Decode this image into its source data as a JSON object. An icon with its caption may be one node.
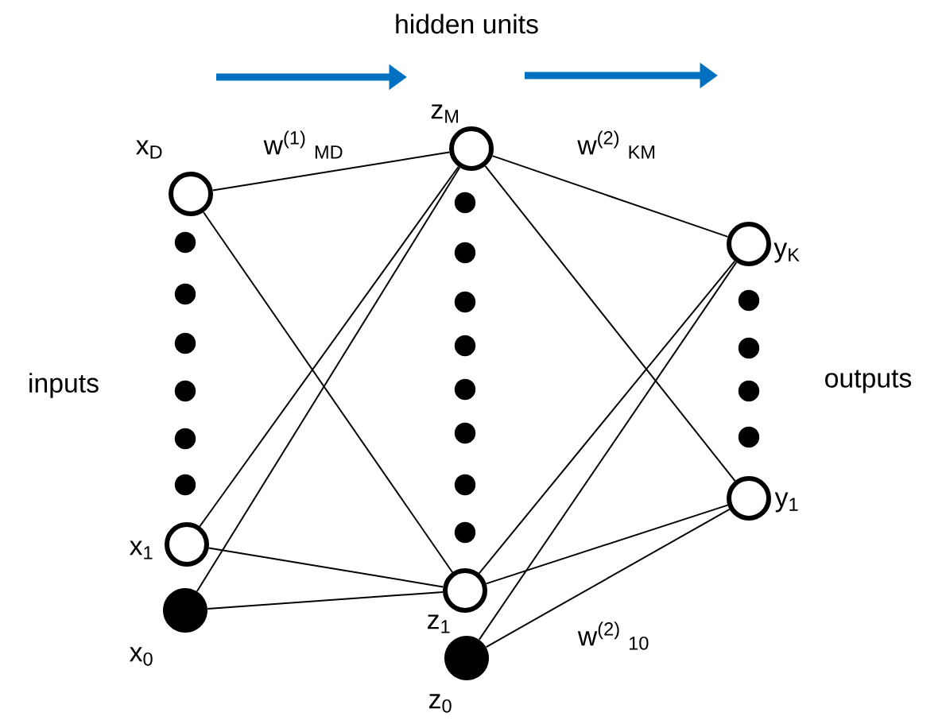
{
  "diagram": {
    "nodes": [
      {
        "text": [],
        "shape": "circle",
        "beside": [
          "x$_{D}$"
        ]
      },
      {
        "text": [],
        "shape": "circle",
        "beside": [
          "x$_{1}$"
        ]
      },
      {
        "text": [],
        "shape": "dot",
        "beside": [
          "x$_{0}$"
        ]
      },
      {
        "text": [],
        "shape": "circle",
        "beside": [
          "z$_{M}$"
        ]
      },
      {
        "text": [],
        "shape": "circle",
        "beside": [
          "z$_{1}$"
        ]
      },
      {
        "text": [],
        "shape": "dot",
        "beside": [
          "z$_{0}$"
        ]
      },
      {
        "text": [],
        "shape": "circle",
        "beside": [
          "y$_{K}$"
        ]
      },
      {
        "text": [],
        "shape": "circle",
        "beside": [
          "y$_{1}$"
        ]
      }
    ],
    "edges": [
      {
        "from": 0,
        "to": 3,
        "arrow": "none"
      },
      {
        "from": 0,
        "to": 4,
        "arrow": "none"
      },
      {
        "from": 1,
        "to": 3,
        "arrow": "none"
      },
      {
        "from": 1,
        "to": 4,
        "arrow": "none"
      },
      {
        "from": 2,
        "to": 3,
        "arrow": "none"
      },
      {
        "from": 2,
        "to": 4,
        "arrow": "none"
      },
      {
        "from": 3,
        "to": 6,
        "arrow": "none"
      },
      {
        "from": 3,
        "to": 7,
        "arrow": "none"
      },
      {
        "from": 4,
        "to": 6,
        "arrow": "none"
      },
      {
        "from": 4,
        "to": 7,
        "arrow": "none"
      },
      {
        "from": 5,
        "to": 6,
        "arrow": "none"
      },
      {
        "from": 5,
        "to": 7,
        "arrow": "none"
      }
    ],
    "labels": [
      "hidden units",
      "w$^{(1)}$ $_{MD}$",
      "w$^{(2)}$ $_{KM}$",
      "inputs",
      "outputs",
      "w$^{(2)}$ $_{10}$"
    ]
  }
}
